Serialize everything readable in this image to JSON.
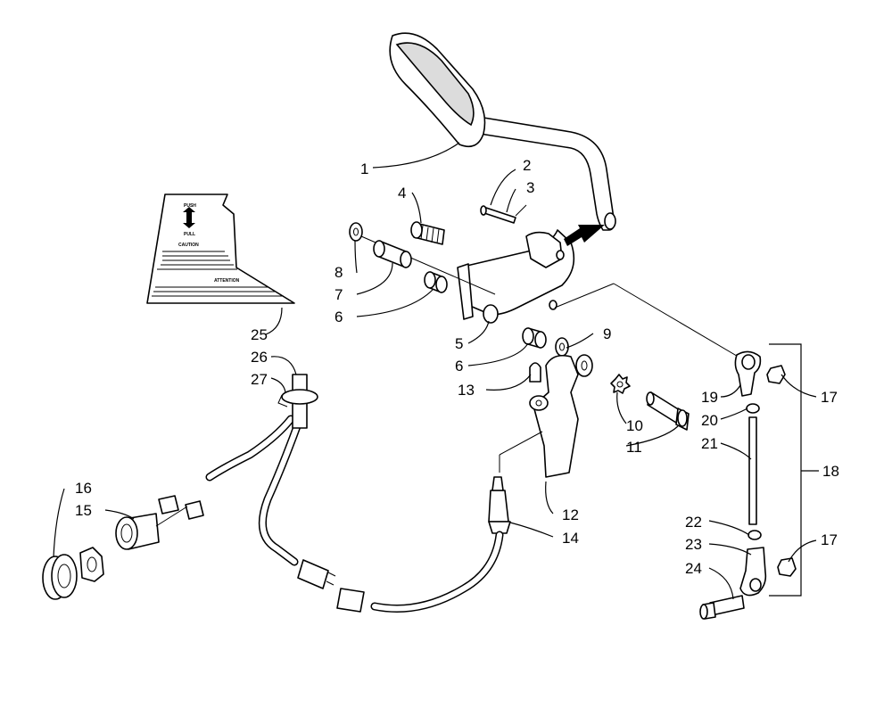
{
  "diagram": {
    "callouts": [
      {
        "id": "c1",
        "text": "1"
      },
      {
        "id": "c2",
        "text": "2"
      },
      {
        "id": "c3",
        "text": "3"
      },
      {
        "id": "c4",
        "text": "4"
      },
      {
        "id": "c5",
        "text": "5"
      },
      {
        "id": "c6a",
        "text": "6"
      },
      {
        "id": "c6b",
        "text": "6"
      },
      {
        "id": "c7",
        "text": "7"
      },
      {
        "id": "c8",
        "text": "8"
      },
      {
        "id": "c9",
        "text": "9"
      },
      {
        "id": "c10",
        "text": "10"
      },
      {
        "id": "c11",
        "text": "11"
      },
      {
        "id": "c12",
        "text": "12"
      },
      {
        "id": "c13",
        "text": "13"
      },
      {
        "id": "c14",
        "text": "14"
      },
      {
        "id": "c15",
        "text": "15"
      },
      {
        "id": "c16",
        "text": "16"
      },
      {
        "id": "c17a",
        "text": "17"
      },
      {
        "id": "c17b",
        "text": "17"
      },
      {
        "id": "c18",
        "text": "18"
      },
      {
        "id": "c19",
        "text": "19"
      },
      {
        "id": "c20",
        "text": "20"
      },
      {
        "id": "c21",
        "text": "21"
      },
      {
        "id": "c22",
        "text": "22"
      },
      {
        "id": "c23",
        "text": "23"
      },
      {
        "id": "c24",
        "text": "24"
      },
      {
        "id": "c25",
        "text": "25"
      },
      {
        "id": "c26",
        "text": "26"
      },
      {
        "id": "c27",
        "text": "27"
      }
    ],
    "decal": {
      "caution": "CAUTION",
      "attention": "ATTENTION",
      "push": "PUSH",
      "pull": "PULL"
    }
  }
}
